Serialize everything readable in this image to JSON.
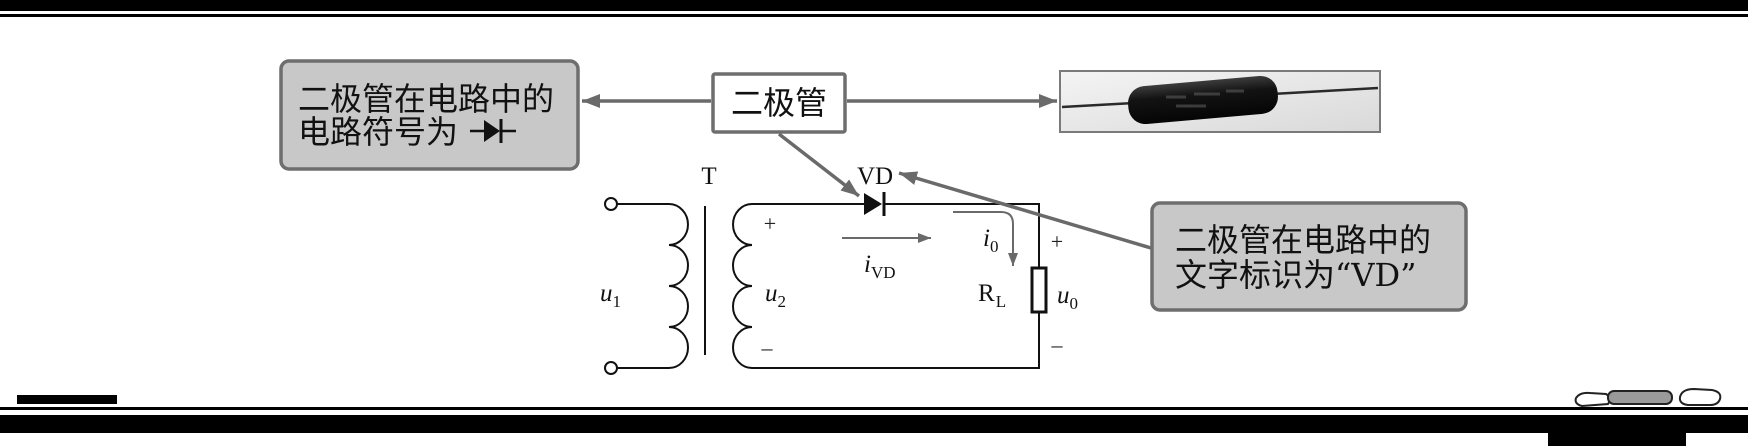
{
  "diagram": {
    "center_label": "二极管",
    "left_callout": {
      "line1": "二极管在电路中的",
      "line2": "电路符号为"
    },
    "right_callout": {
      "line1": "二极管在电路中的",
      "line2": "文字标识为“VD”"
    }
  },
  "circuit": {
    "transformer_label": "T",
    "diode_label": "VD",
    "u1": {
      "main": "u",
      "sub": "1"
    },
    "u2": {
      "main": "u",
      "sub": "2"
    },
    "i_vd": {
      "main": "i",
      "sub": "VD"
    },
    "i_0": {
      "main": "i",
      "sub": "0"
    },
    "r_l": {
      "main": "R",
      "sub": "L"
    },
    "u_0": {
      "main": "u",
      "sub": "0"
    },
    "plus": "+",
    "minus": "–"
  },
  "colors": {
    "callout_fill": "#c8c8c8",
    "callout_border": "#6e6e6e",
    "arrow": "#6a6a6a",
    "line": "#111111"
  }
}
